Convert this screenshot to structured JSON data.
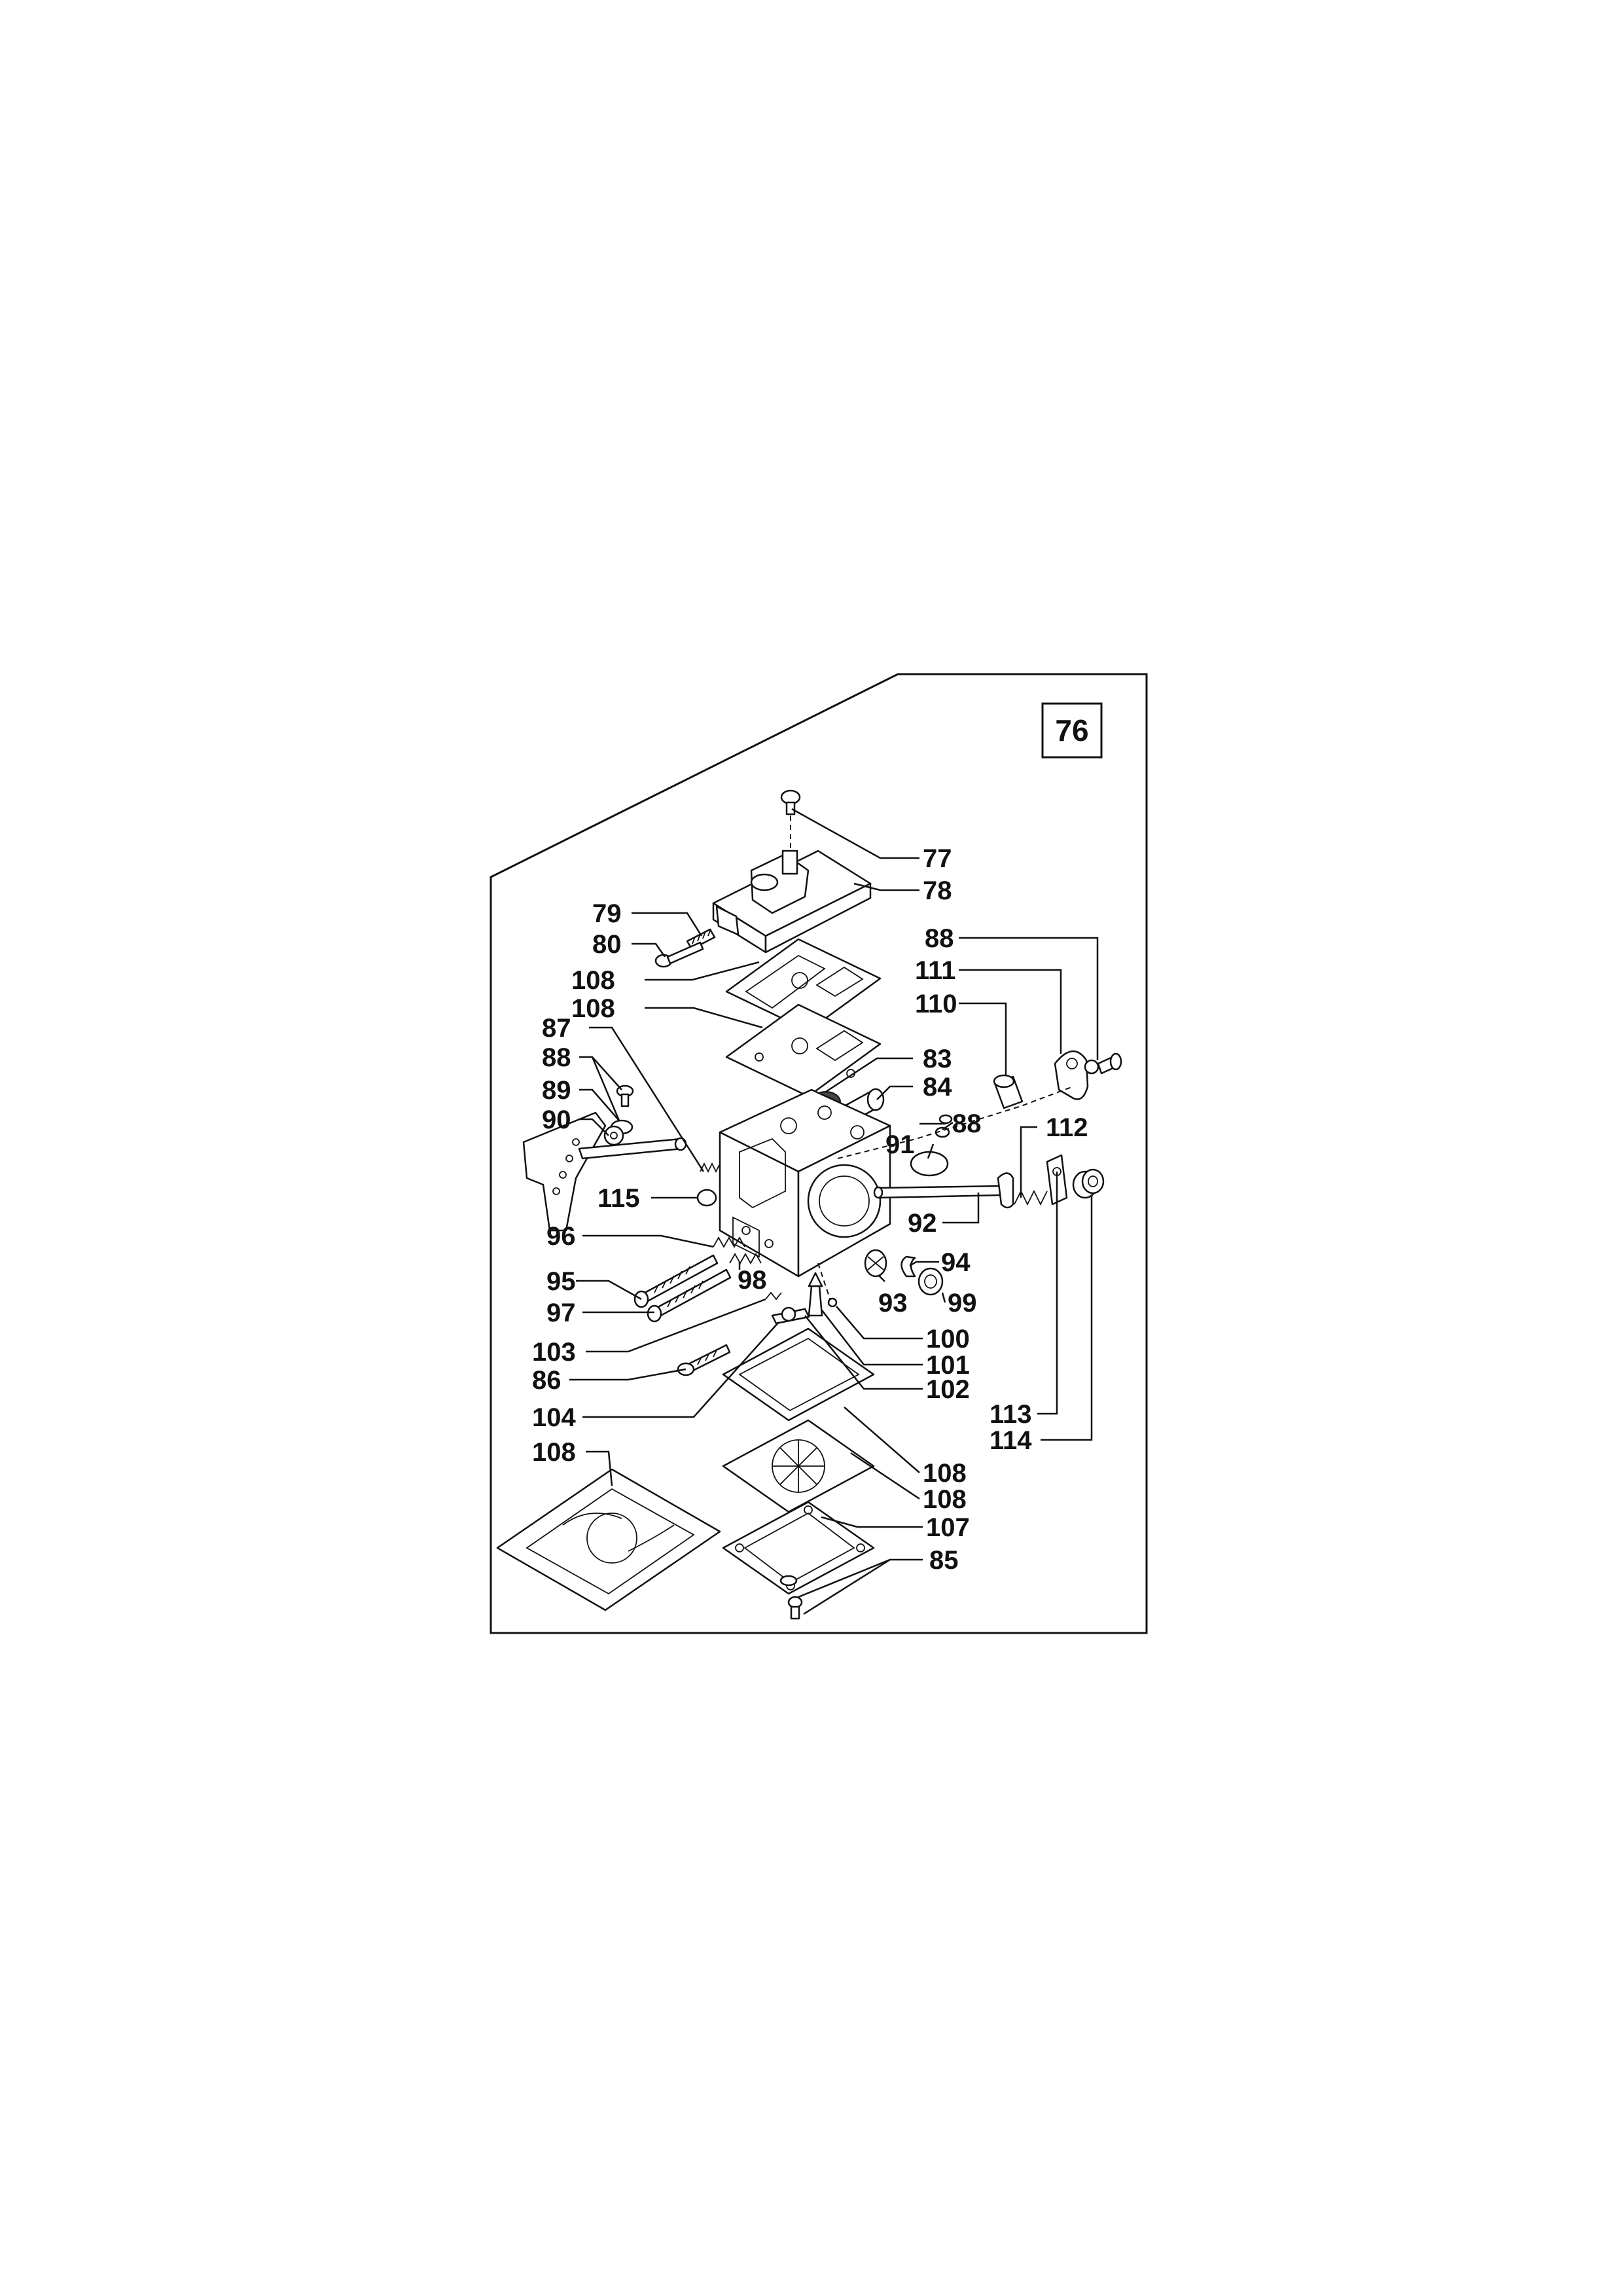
{
  "page": {
    "reference_number": "76"
  },
  "callouts": {
    "c77": "77",
    "c78": "78",
    "c79": "79",
    "c80": "80",
    "c108a": "108",
    "c108b": "108",
    "c88a": "88",
    "c111": "111",
    "c110": "110",
    "c87": "87",
    "c88b": "88",
    "c89": "89",
    "c90": "90",
    "c83": "83",
    "c84": "84",
    "c91": "91",
    "c88c": "88",
    "c112": "112",
    "c115": "115",
    "c92": "92",
    "c96": "96",
    "c94": "94",
    "c95": "95",
    "c98": "98",
    "c93": "93",
    "c99": "99",
    "c97": "97",
    "c100": "100",
    "c103": "103",
    "c101": "101",
    "c86": "86",
    "c102": "102",
    "c104": "104",
    "c113": "113",
    "c114": "114",
    "c108c": "108",
    "c108d": "108",
    "c108e": "108",
    "c107": "107",
    "c85": "85"
  }
}
